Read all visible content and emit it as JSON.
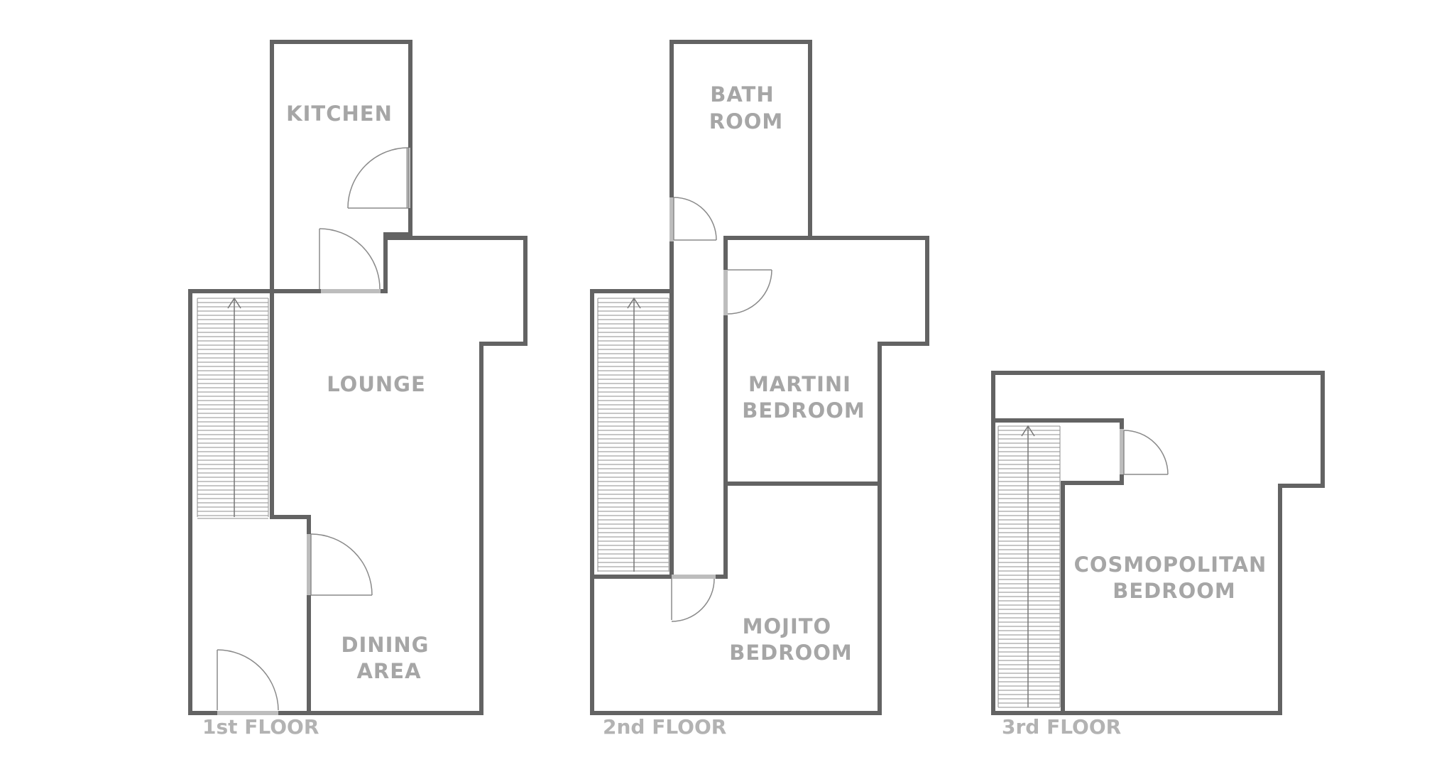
{
  "floors": [
    {
      "label": "1st FLOOR",
      "rooms": [
        {
          "id": "kitchen",
          "lines": [
            "KITCHEN"
          ]
        },
        {
          "id": "lounge",
          "lines": [
            "LOUNGE"
          ]
        },
        {
          "id": "dining",
          "lines": [
            "DINING",
            "AREA"
          ]
        }
      ]
    },
    {
      "label": "2nd FLOOR",
      "rooms": [
        {
          "id": "bathroom",
          "lines": [
            "BATH",
            "ROOM"
          ]
        },
        {
          "id": "martini",
          "lines": [
            "MARTINI",
            "BEDROOM"
          ]
        },
        {
          "id": "mojito",
          "lines": [
            "MOJITO",
            "BEDROOM"
          ]
        }
      ]
    },
    {
      "label": "3rd FLOOR",
      "rooms": [
        {
          "id": "cosmopolitan",
          "lines": [
            "COSMOPOLITAN",
            "BEDROOM"
          ]
        }
      ]
    }
  ]
}
